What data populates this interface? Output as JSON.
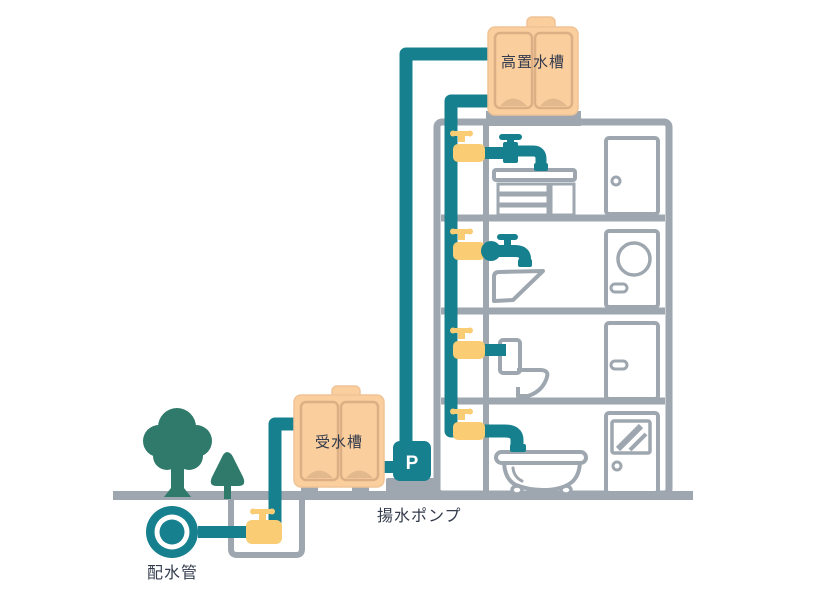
{
  "diagram": {
    "type": "building-water-supply-system",
    "labels": {
      "elevated_tank": "高置水槽",
      "receiving_tank": "受水槽",
      "pump_symbol": "P",
      "pump": "揚水ポンプ",
      "water_main": "配水管"
    },
    "colors": {
      "pipe_teal": "#17808E",
      "valve_yellow": "#FACD74",
      "tank_fill": "#FACE9D",
      "tank_accent": "#DCAF85",
      "tank_arc": "#E2B88D",
      "outline_gray": "#9EA7AF",
      "tree_green": "#2F7A6B",
      "label_text": "#333B4C",
      "background": "#FFFFFF"
    },
    "floors": [
      {
        "level": 4,
        "fixture": "kitchen-sink",
        "door": "door-with-knob",
        "has_faucet": true
      },
      {
        "level": 3,
        "fixture": "washbasin",
        "door": "door-with-porthole",
        "has_faucet": true
      },
      {
        "level": 2,
        "fixture": "toilet",
        "door": "door-with-handle",
        "has_faucet": false
      },
      {
        "level": 1,
        "fixture": "bathtub",
        "door": "door-with-glass-panel",
        "has_faucet": true
      }
    ]
  }
}
